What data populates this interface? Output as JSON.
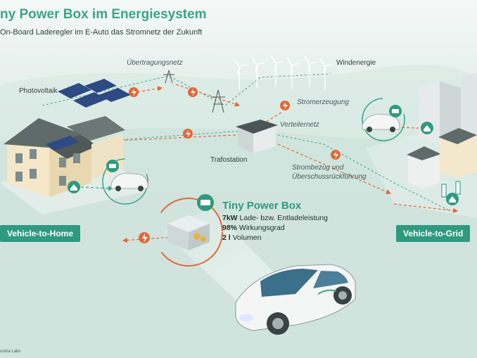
{
  "title": "ny Power Box im Energiesystem",
  "subtitle": "On-Board Laderegler im E-Auto das Stromnetz der Zukunft",
  "labels": {
    "uebertragungsnetz": "Übertragungsnetz",
    "windenergie": "Windenergie",
    "photovoltaik": "Photovoltaik",
    "stromerzeugung": "Stromerzeugung",
    "verteilernetz": "Verteilernetz",
    "trafostation": "Trafostation",
    "strombezug_line1": "Strombezug und",
    "strombezug_line2": "Überschussrückführung"
  },
  "badges": {
    "vehicle_to_home": "Vehicle-to-Home",
    "vehicle_to_grid": "Vehicle-to-Grid"
  },
  "tiny_power_box": {
    "title": "Tiny Power Box",
    "line1_bold": "7kW",
    "line1_text": " Lade- bzw. Entladeleistung",
    "line2_bold": "98%",
    "line2_text": " Wirkungsgrad",
    "line3_bold": "2 l",
    "line3_text": " Volumen"
  },
  "credit": "ustria Labs",
  "colors": {
    "accent": "#2f9a80",
    "flow_arrow": "#e2683a",
    "grid_line": "#3aa58a"
  },
  "icons": [
    "lightning-icon",
    "car-charge-icon",
    "house-charge-icon"
  ]
}
